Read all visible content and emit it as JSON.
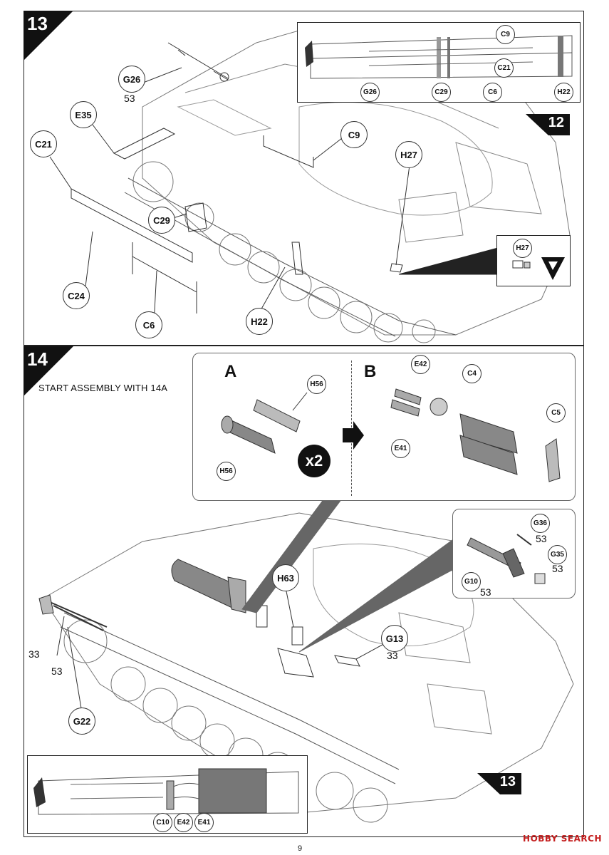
{
  "page": {
    "number": "9"
  },
  "watermark": {
    "text": "HOBBY SEARCH"
  },
  "steps": {
    "s13": {
      "number": "13",
      "next_step": "12",
      "callouts": {
        "G26": "G26",
        "E35": "E35",
        "C21": "C21",
        "C29": "C29",
        "C24": "C24",
        "C6": "C6",
        "H22": "H22",
        "C9": "C9",
        "H27": "H27"
      },
      "paint_codes": {
        "g26": "53"
      },
      "inset_top": {
        "C9": "C9",
        "C21": "C21",
        "G26": "G26",
        "C29": "C29",
        "C6": "C6",
        "H22": "H22"
      },
      "inset_detail": {
        "H27": "H27"
      }
    },
    "s14": {
      "number": "14",
      "instruction": "START ASSEMBLY WITH 14A",
      "sub_a": {
        "letter": "A",
        "callouts": {
          "H56_top": "H56",
          "H56_bottom": "H56"
        },
        "multiplier": "x2"
      },
      "sub_b": {
        "letter": "B",
        "callouts": {
          "E42": "E42",
          "C4": "C4",
          "E41": "E41",
          "C5": "C5"
        }
      },
      "main_callouts": {
        "H63": "H63",
        "G13": "G13",
        "G22": "G22"
      },
      "paint_codes": {
        "g13": "33",
        "left_a": "33",
        "left_b": "53"
      },
      "inset_right": {
        "G36": "G36",
        "G36_paint": "53",
        "G35": "G35",
        "G35_paint": "53",
        "G10": "G10",
        "G10_paint": "53"
      },
      "inset_bottom": {
        "C10": "C10",
        "E42": "E42",
        "E41": "E41"
      },
      "previous_step": "13"
    }
  }
}
